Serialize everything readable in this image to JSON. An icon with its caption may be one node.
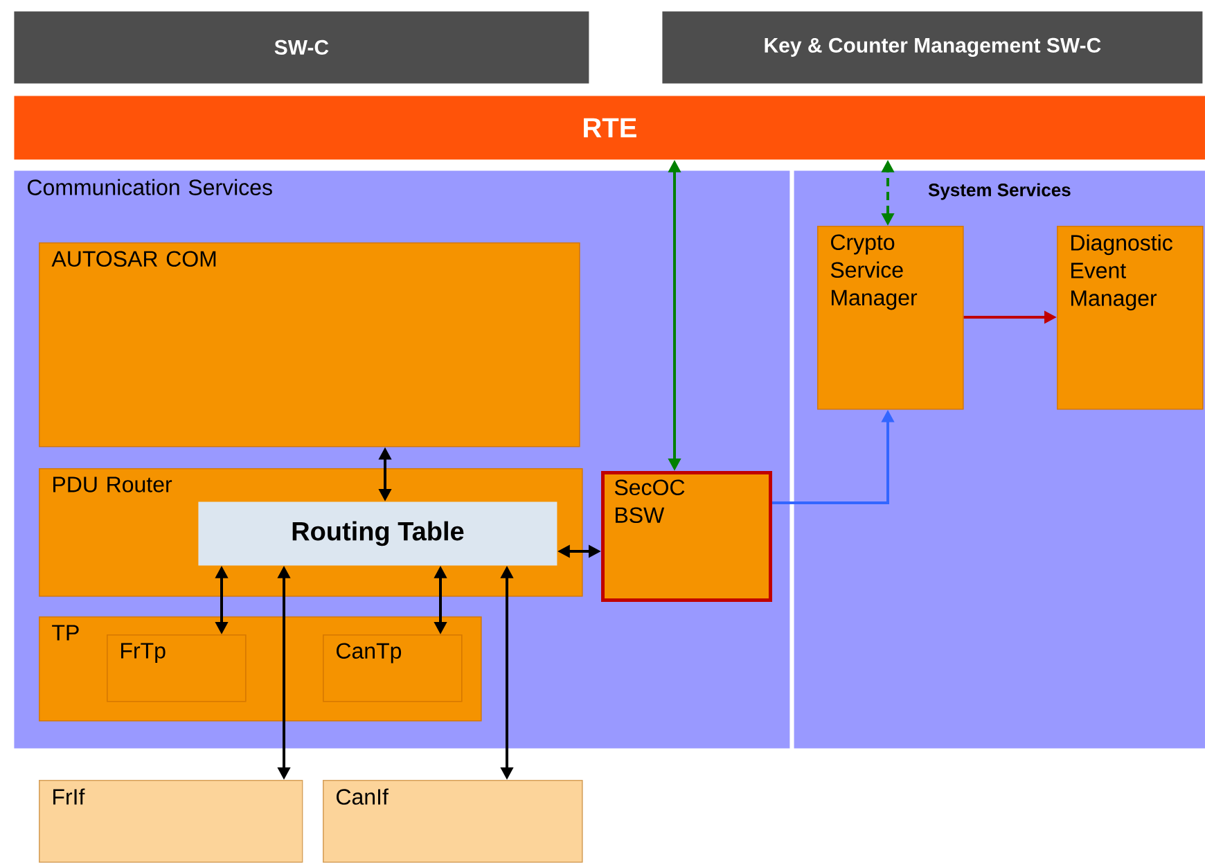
{
  "diagram": {
    "nodes": [
      {
        "text": [
          "SW-C"
        ]
      },
      {
        "text": [
          "Key & Counter Management SW-C"
        ]
      },
      {
        "text": [
          "RTE"
        ]
      },
      {
        "text": [
          "Communication Services"
        ]
      },
      {
        "text": [
          "System Services"
        ]
      },
      {
        "text": [
          "AUTOSAR COM"
        ],
        "in": 3
      },
      {
        "text": [
          "PDU Router"
        ],
        "in": 3
      },
      {
        "text": [
          "Routing Table"
        ],
        "in": 6
      },
      {
        "text": [
          "SecOC BSW"
        ],
        "in": 3
      },
      {
        "text": [
          "TP"
        ],
        "in": 3
      },
      {
        "text": [
          "FrTp"
        ],
        "in": 9
      },
      {
        "text": [
          "CanTp"
        ],
        "in": 9
      },
      {
        "text": [
          "Crypto Service Manager"
        ],
        "in": 4
      },
      {
        "text": [
          "Diagnostic Event Manager"
        ],
        "in": 4
      },
      {
        "text": [
          "FrIf"
        ]
      },
      {
        "text": [
          "CanIf"
        ]
      }
    ],
    "edges": [
      {
        "from": 5,
        "to": 7,
        "arrow": "both"
      },
      {
        "from": 8,
        "to": 2,
        "arrow": "both",
        "color": "#008000"
      },
      {
        "from": 12,
        "to": 2,
        "arrow": "both",
        "style": "dashed",
        "color": "#008000"
      },
      {
        "from": 12,
        "to": 13,
        "arrow": "to",
        "color": "#c00000"
      },
      {
        "from": 8,
        "to": 12,
        "arrow": "to",
        "color": "#3366ff"
      },
      {
        "from": 7,
        "to": 8,
        "arrow": "both"
      },
      {
        "from": 7,
        "to": 10,
        "arrow": "both"
      },
      {
        "from": 7,
        "to": 11,
        "arrow": "both"
      },
      {
        "from": 7,
        "to": 14,
        "arrow": "both"
      },
      {
        "from": 7,
        "to": 15,
        "arrow": "both"
      }
    ]
  }
}
